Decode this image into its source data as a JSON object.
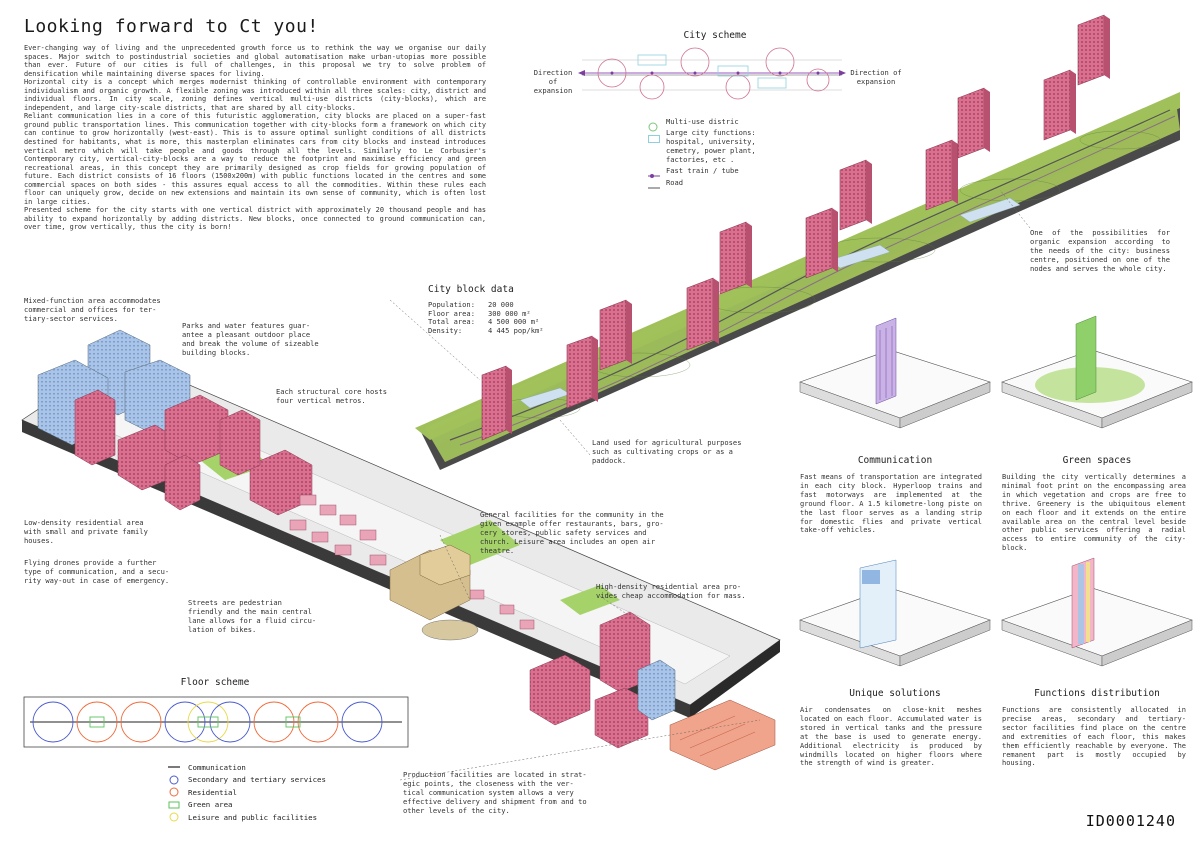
{
  "title": "Looking forward to Ct you!",
  "intro": "Ever-changing way of living and the unprecedented growth force us to rethink the way we organise our daily spaces. Major switch to postindustrial societies and global automatisation make urban-utopias more possible than ever. Future of our cities is full of challenges, in this proposal we try to solve problem of densification while maintaining diverse spaces for living.\nHorizontal city is a concept which merges modernist thinking of controllable environment with contemporary individualism and organic growth. A flexible zoning was introduced within all three scales: city, district and individual floors. In city scale, zoning defines vertical multi-use districts (city-blocks), which are independent, and large city-scale districts, that are shared by all city-blocks.\nReliant communication lies in a core of this futuristic agglomeration, city blocks are placed on a super-fast ground public transportation lines. This communication together with city-blocks form a framework on which city can continue to grow horizontally (west-east). This is to assure optimal sunlight conditions of all districts destined for habitants, what is more, this masterplan eliminates cars from city blocks and instead introduces vertical metro which will take people and goods through all the levels. Similarly to Le Corbusier's Contemporary city, vertical-city-blocks are a way to reduce the footprint and maximise efficiency and green recreational areas, in this concept they are primarily designed as crop fields for growing population of future. Each district consists of 16 floors (1500x200m) with public functions located in the centres and some commercial spaces on both sides - this assures equal access to all the commodities. Within these rules each floor can uniquely grow, decide on new extensions and maintain its own sense of community, which is often lost in large cities.\nPresented scheme for the city starts with one vertical district with approximately 20 thousand people and has ability to expand horizontally by adding districts. New blocks, once connected to ground communication can, over time, grow vertically, thus the city is born!",
  "city_scheme": {
    "title": "City scheme",
    "left_label": "Direction of\nexpansion",
    "right_label": "Direction of\nexpansion",
    "legend": [
      {
        "label": "Multi-use distric",
        "symbol": "circle",
        "color": "#7bc67b"
      },
      {
        "label": "Large city functions:\nhospital, university,\ncemetry, power plant,\nfactories, etc .",
        "symbol": "rect",
        "color": "#8fd0e0"
      },
      {
        "label": "Fast train / tube",
        "symbol": "train",
        "color": "#7a3fa0"
      },
      {
        "label": "Road",
        "symbol": "line",
        "color": "#555"
      }
    ]
  },
  "block_data": {
    "title": "City block data",
    "rows": [
      {
        "k": "Population:",
        "v": "20 000"
      },
      {
        "k": "Floor area:",
        "v": "300 000 m²"
      },
      {
        "k": "Total area:",
        "v": "4 500 000 m²"
      },
      {
        "k": "Density:",
        "v": "4 445 pop/km²"
      }
    ]
  },
  "annotations": {
    "organic": "One of the possibilities for organic expansion according to the needs of the city: business centre, positioned on one of the nodes and serves the whole city.",
    "agri": "Land used for agricultural purposes\nsuch as cultivating crops or as a\npaddock.",
    "mixed": "Mixed-function area accommodates\ncommercial and offices for ter-\ntiary-sector services.",
    "parks": "Parks and water features guar-\nantee a pleasant outdoor place\nand break the volume of sizeable\nbuilding blocks.",
    "core": "Each structural core hosts\nfour vertical metros.",
    "lowdens": "Low-density residential area\nwith small and private family\nhouses.",
    "drones": "Flying drones provide a further\ntype of communication, and a secu-\nrity way-out in case of emergency.",
    "streets": "Streets are pedestrian\nfriendly and the main central\nlane allows for a fluid circu-\nlation of bikes.",
    "general": "General facilities for the community in the\ngiven example offer restaurants, bars, gro-\ncery stores, public safety services and\nchurch. Leisure area includes an open air\ntheatre.",
    "highdens": "High-density residential area pro-\nvides cheap accommodation for mass.",
    "production": "Production facilities are located in strat-\negic points, the closeness with the ver-\ntical communication system allows a very\neffective delivery and shipment from and to\nother levels of the city."
  },
  "floor_scheme": {
    "title": "Floor scheme",
    "legend": [
      {
        "label": "Communication",
        "symbol": "line",
        "color": "#222"
      },
      {
        "label": "Secondary and tertiary services",
        "symbol": "circle",
        "color": "#4a5bd0"
      },
      {
        "label": "Residential",
        "symbol": "circle",
        "color": "#f06a3a"
      },
      {
        "label": "Green area",
        "symbol": "rect",
        "color": "#5cc25c"
      },
      {
        "label": "Leisure and public facilities",
        "symbol": "circle",
        "color": "#e8d84a"
      }
    ]
  },
  "panels": {
    "communication": {
      "title": "Communication",
      "text": "Fast means of transportation are integrated in each city block. Hyperloop trains and fast motorways are implemented at the ground floor. A 1.5 kilometre-long piste on the last floor serves as a landing strip for domestic flies and private vertical take-off vehicles."
    },
    "green": {
      "title": "Green spaces",
      "text": "Building the city vertically determines a minimal foot print on the encompassing area in which vegetation and crops are free to thrive. Greenery is the ubiquitous element on each floor and it extends on the entire available area on the central level beside other public services offering a radial access to entire community of the city-block."
    },
    "unique": {
      "title": "Unique solutions",
      "text": "Air condensates on close-knit meshes located on each floor. Accumulated water is stored in vertical tanks and the pressure at the base is used to generate energy. Additional electricity is produced by windmills located on higher floors where the strength of wind is greater."
    },
    "functions": {
      "title": "Functions distribution",
      "text": "Functions are consistently allocated in precise areas, secondary and tertiary-sector facilities find place on the centre and extremities of each floor, this makes them efficiently reachable by everyone. The remanent part is mostly occupied by housing."
    }
  },
  "id": "ID0001240",
  "colors": {
    "pink": "#d9708f",
    "blue": "#a9c4e6",
    "green": "#9ccf5a",
    "yellow": "#d8c85a",
    "orange": "#e87a5c"
  }
}
